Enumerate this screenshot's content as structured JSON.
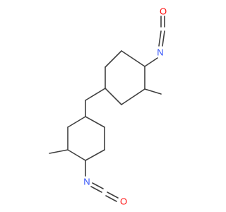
{
  "molecule": {
    "atoms": [
      {
        "symbol": "O",
        "color": "#ff0d0d"
      },
      {
        "symbol": "N",
        "color": "#3050f8"
      },
      {
        "symbol": "N",
        "color": "#3050f8"
      },
      {
        "symbol": "O",
        "color": "#ff0d0d"
      }
    ],
    "bond_color": "#404040"
  }
}
